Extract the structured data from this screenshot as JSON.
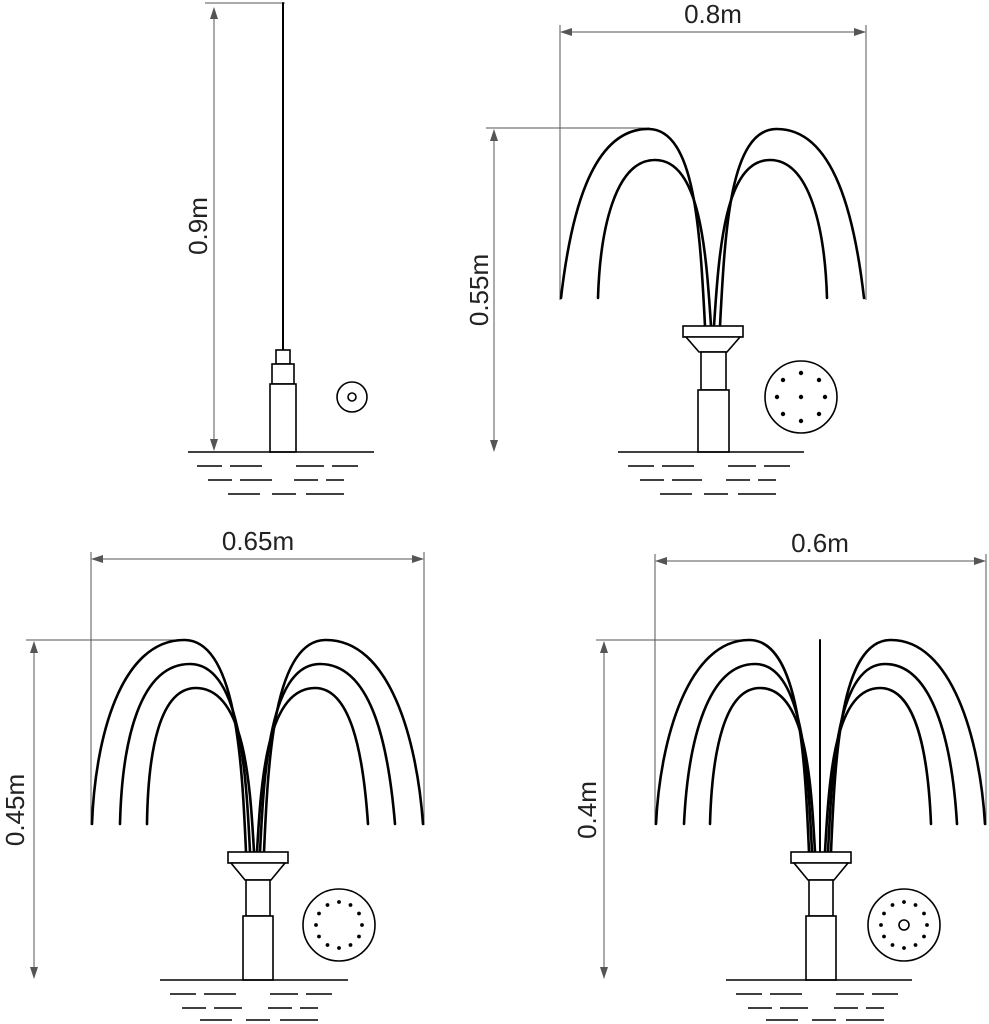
{
  "colors": {
    "line": "#000000",
    "dimension": "#555555",
    "text": "#222222",
    "background": "#ffffff"
  },
  "fountains": [
    {
      "id": "single-jet",
      "height_label": "0.9m",
      "width_label": "",
      "nozzle_face": "single-center-orifice"
    },
    {
      "id": "two-arc",
      "height_label": "0.55m",
      "width_label": "0.8m",
      "nozzle_face": "ring-of-orifices-with-center"
    },
    {
      "id": "three-arc",
      "height_label": "0.45m",
      "width_label": "0.65m",
      "nozzle_face": "ring-of-orifices"
    },
    {
      "id": "three-arc-with-center-jet",
      "height_label": "0.4m",
      "width_label": "0.6m",
      "nozzle_face": "ring-of-orifices-with-center-hole"
    }
  ],
  "icons": {
    "arrow": "arrowhead-icon",
    "water": "water-surface-icon"
  }
}
